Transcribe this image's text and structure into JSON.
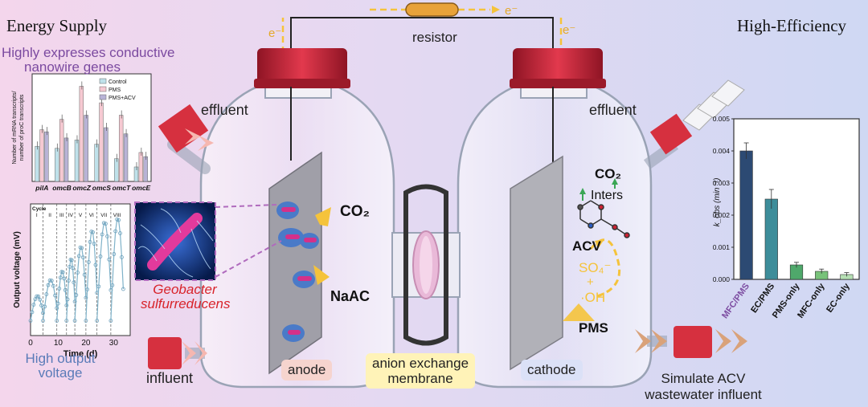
{
  "titles": {
    "left": "Energy Supply",
    "right": "High-Efficiency"
  },
  "circuit": {
    "resistor": "resistor",
    "electron": "e⁻"
  },
  "left_panel": {
    "heading_line1": "Highly expresses conductive",
    "heading_line2": "nanowire genes",
    "bottom_line1": "High output",
    "bottom_line2": "voltage"
  },
  "labels": {
    "effluent": "effluent",
    "influent": "influent",
    "anode": "anode",
    "membrane_line1": "anion exchange",
    "membrane_line2": "membrane",
    "cathode": "cathode",
    "co2": "CO₂",
    "naac": "NaAC",
    "geobacter_line1": "Geobacter",
    "geobacter_line2": "sulfurreducens",
    "inters": "Inters",
    "acv": "ACV",
    "so4": "SO₄⁻",
    "plus": "+",
    "oh": "·OH",
    "pms": "PMS",
    "simulate_line1": "Simulate ACV",
    "simulate_line2": "wastewater influent"
  },
  "colors": {
    "accent_yellow": "#f5c33b",
    "cap_red": "#c8293c",
    "purple_text": "#7b4aa0",
    "red_text": "#d8232a",
    "blue_text": "#5a7bb8"
  },
  "chart_data": [
    {
      "type": "bar",
      "ylabel_line1": "Number of mRNA transcripts/",
      "ylabel_line2": "number of proC transcripts",
      "categories": [
        "pilA",
        "omcB",
        "omcZ",
        "omcS",
        "omcT",
        "omcE"
      ],
      "series": [
        {
          "name": "Control",
          "color": "#bfe1ea",
          "values": [
            0.85,
            0.8,
            1.0,
            0.9,
            0.55,
            0.35
          ]
        },
        {
          "name": "PMS",
          "color": "#f6c9d2",
          "values": [
            1.25,
            1.5,
            2.3,
            1.9,
            1.6,
            0.7
          ]
        },
        {
          "name": "PMS+ACV",
          "color": "#b8b3d6",
          "values": [
            1.2,
            1.05,
            1.6,
            1.3,
            1.15,
            0.6
          ]
        }
      ],
      "ylim": [
        0,
        2.6
      ]
    },
    {
      "type": "line",
      "ylabel": "Output voltage (mV)",
      "xlabel": "Time (d)",
      "xticks": [
        "0",
        "10",
        "20",
        "30"
      ],
      "xlim": [
        0,
        36
      ],
      "ylim": [
        0,
        1
      ],
      "cycle_label": "Cycle",
      "cycles": [
        "I",
        "II",
        "III",
        "IV",
        "V",
        "VI",
        "VII",
        "VIII"
      ],
      "cycle_bounds": [
        0,
        4.5,
        9.5,
        13,
        16,
        20,
        24,
        29,
        33.5
      ],
      "cycle_peaks": [
        0.32,
        0.45,
        0.52,
        0.62,
        0.72,
        0.85,
        0.92,
        0.95
      ]
    },
    {
      "type": "bar",
      "ylabel": "k_obs (min⁻¹)",
      "categories": [
        "MFC/PMS",
        "EC/PMS",
        "PMS-only",
        "MFC-only",
        "EC-only"
      ],
      "values": [
        0.004,
        0.0025,
        0.00045,
        0.00025,
        0.00015
      ],
      "errors": [
        0.00025,
        0.0003,
        8e-05,
        7e-05,
        6e-05
      ],
      "colors": [
        "#2c4a73",
        "#3d8d9a",
        "#4fa86b",
        "#78c27a",
        "#b6e0b4"
      ],
      "yticks": [
        "0.000",
        "0.001",
        "0.002",
        "0.003",
        "0.004",
        "0.005"
      ],
      "ylim": [
        0,
        0.005
      ]
    }
  ]
}
